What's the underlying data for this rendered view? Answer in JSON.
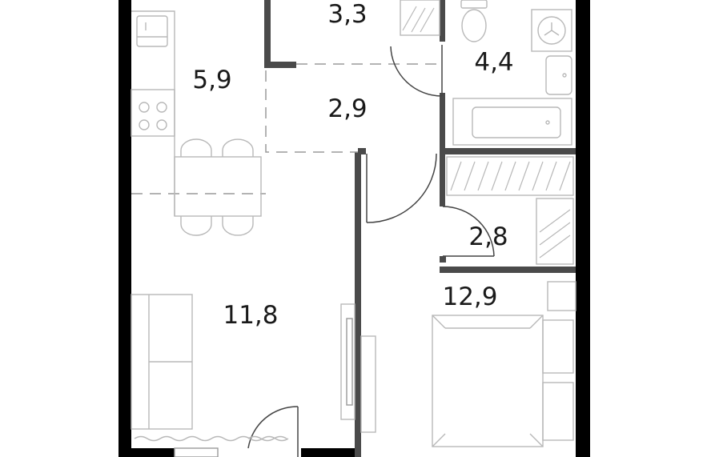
{
  "rooms": [
    {
      "id": "hall-top",
      "area": "3,3"
    },
    {
      "id": "bathroom",
      "area": "4,4"
    },
    {
      "id": "kitchen",
      "area": "5,9"
    },
    {
      "id": "corridor",
      "area": "2,9"
    },
    {
      "id": "wardrobe",
      "area": "2,8"
    },
    {
      "id": "bedroom",
      "area": "12,9"
    },
    {
      "id": "living-room",
      "area": "11,8"
    }
  ],
  "colors": {
    "outer_wall": "#000000",
    "inner_wall": "#4a4a4a",
    "fixture": "#b8b8b8",
    "background": "#ffffff"
  }
}
